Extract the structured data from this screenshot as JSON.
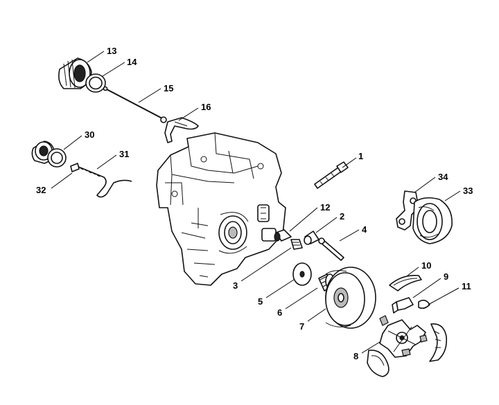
{
  "diagram": {
    "callouts": [
      {
        "id": "13",
        "label": "13"
      },
      {
        "id": "14",
        "label": "14"
      },
      {
        "id": "15",
        "label": "15"
      },
      {
        "id": "16",
        "label": "16"
      },
      {
        "id": "30",
        "label": "30"
      },
      {
        "id": "31",
        "label": "31"
      },
      {
        "id": "32",
        "label": "32"
      },
      {
        "id": "1",
        "label": "1"
      },
      {
        "id": "34",
        "label": "34"
      },
      {
        "id": "33",
        "label": "33"
      },
      {
        "id": "12",
        "label": "12"
      },
      {
        "id": "2",
        "label": "2"
      },
      {
        "id": "4",
        "label": "4"
      },
      {
        "id": "3",
        "label": "3"
      },
      {
        "id": "10",
        "label": "10"
      },
      {
        "id": "9",
        "label": "9"
      },
      {
        "id": "11",
        "label": "11"
      },
      {
        "id": "5",
        "label": "5"
      },
      {
        "id": "6",
        "label": "6"
      },
      {
        "id": "7",
        "label": "7"
      },
      {
        "id": "8",
        "label": "8"
      }
    ]
  }
}
